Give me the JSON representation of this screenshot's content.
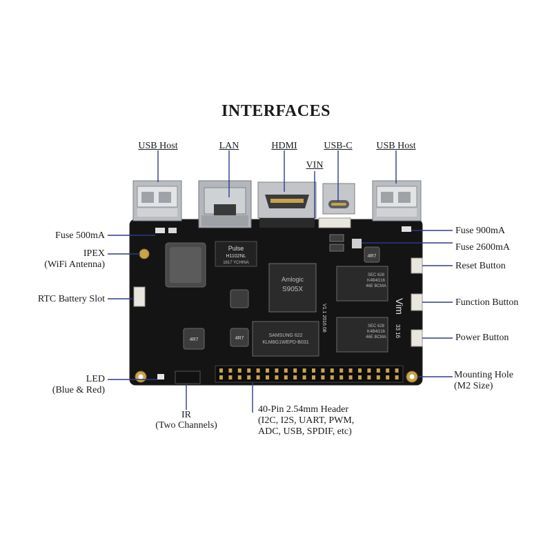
{
  "title": "INTERFACES",
  "labels": {
    "usb_host_left": "USB Host",
    "lan": "LAN",
    "hdmi": "HDMI",
    "usb_c": "USB-C",
    "vin": "VIN",
    "usb_host_right": "USB Host",
    "fuse_500ma": "Fuse 500mA",
    "ipex_1": "IPEX",
    "ipex_2": "(WiFi Antenna)",
    "rtc": "RTC Battery Slot",
    "led_1": "LED",
    "led_2": "(Blue & Red)",
    "ir_1": "IR",
    "ir_2": "(Two Channels)",
    "header_1": "40-Pin 2.54mm Header",
    "header_2": "(I2C, I2S, UART, PWM,",
    "header_3": "ADC, USB, SPDIF, etc)",
    "fuse_900ma": "Fuse 900mA",
    "fuse_2600ma": "Fuse 2600mA",
    "reset": "Reset Button",
    "function": "Function Button",
    "power": "Power Button",
    "mount_1": "Mounting Hole",
    "mount_2": "(M2 Size)"
  },
  "board": {
    "pulse_brand": "Pulse",
    "pulse_part": "H1102NL",
    "pulse_code": "1817 YCHINA",
    "soc_brand": "Amlogic",
    "soc_model": "S905X",
    "emmc_line1": "SAMSUNG  622",
    "emmc_line2": "KLM8G1WEPD-B031",
    "ram_top_1": "SEC 628",
    "ram_top_2": "K4B4G16",
    "ram_top_3": "46E BCMA",
    "ram_bot_1": "SEC 628",
    "ram_bot_2": "K4B4G16",
    "ram_bot_3": "46E BCMA",
    "silk_vim": "Vim",
    "silk_version": "V1.1 2016.08",
    "silk_date": "33 16",
    "inductor_top": "4R7",
    "inductor_bot": "4R7",
    "inductor_right": "4R7"
  },
  "colors": {
    "board": "#141414",
    "leader": "#2b3a8c",
    "gold": "#c9a24a"
  }
}
